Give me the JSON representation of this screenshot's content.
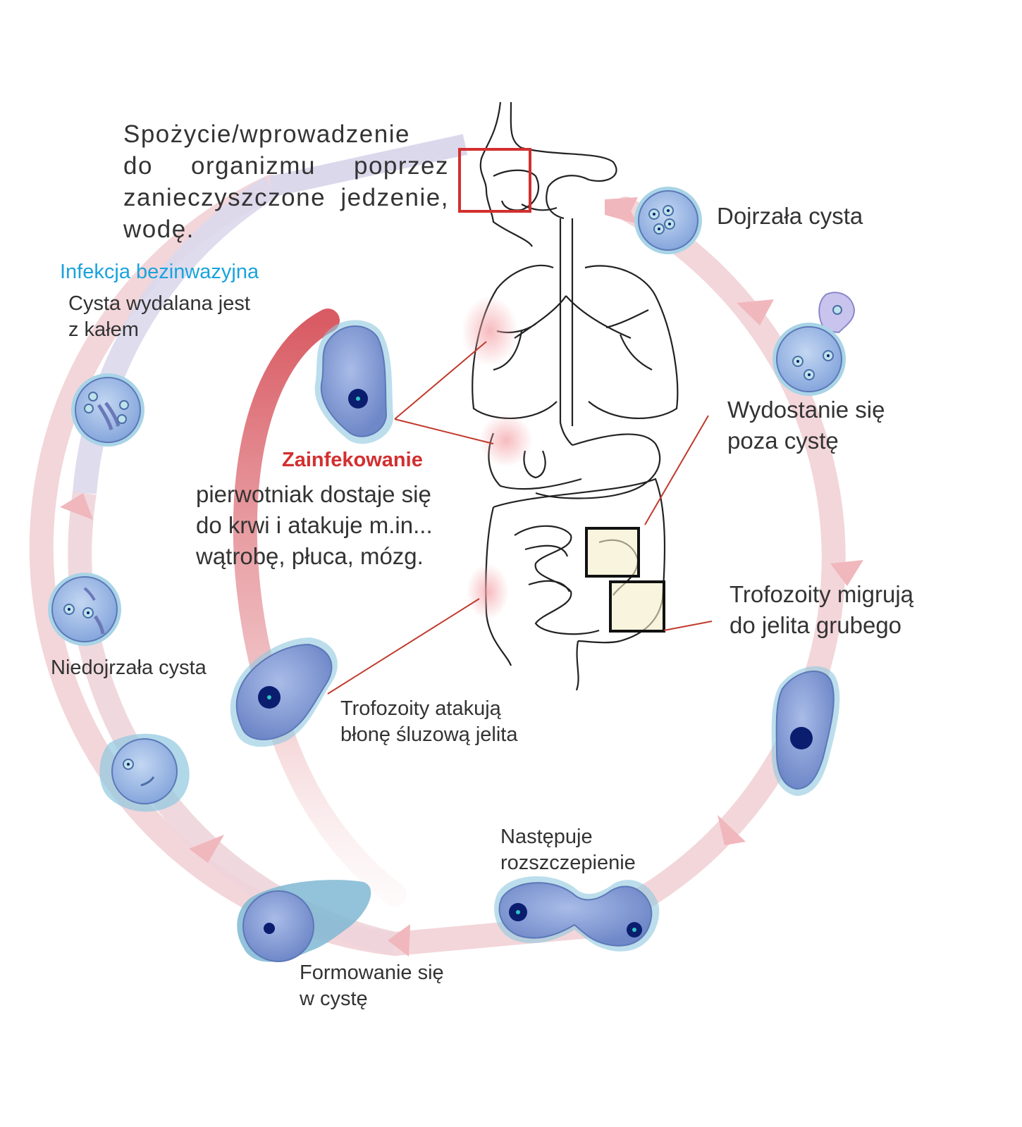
{
  "colors": {
    "cycle_ring": "#f0c8cc",
    "cycle_ring_left": "#d9d6ea",
    "invasive_arc": "#d96068",
    "cell_fill": "#7d96d4",
    "cell_halo": "#8fc8df",
    "nucleus": "#0b1d6e",
    "pointer_line": "#c0392b",
    "mouth_box": "#d32f2f",
    "intestine_box": "#111111",
    "accent_blue_text": "#1aa3dc",
    "accent_red_text": "#d32f2f"
  },
  "labels": {
    "intake": [
      "Spożycie/wprowadzenie",
      "do organizmu poprzez",
      "zanieczyszczone jedzenie,",
      "wodę."
    ],
    "mature_cyst": "Dojrzała cysta",
    "excystation": [
      "Wydostanie się",
      "poza cystę"
    ],
    "trophozoites_migrate": [
      "Trofozoity migrują",
      "do jelita grubego"
    ],
    "fission": [
      "Następuje",
      "rozszczepienie"
    ],
    "encystation": [
      "Formowanie się",
      "w cystę"
    ],
    "immature_cyst": "Niedojrzała cysta",
    "noninvasive_title": "Infekcja bezinwazyjna",
    "noninvasive_desc": [
      "Cysta wydalana jest",
      "z kałem"
    ],
    "invasive_title": "Zainfekowanie",
    "invasive_desc": [
      "pierwotniak dostaje się",
      "do krwi i atakuje m.in...",
      "wątrobę, płuca, mózg."
    ],
    "mucosa_attack": [
      "Trofozoity atakują",
      "błonę śluzową jelita"
    ]
  }
}
